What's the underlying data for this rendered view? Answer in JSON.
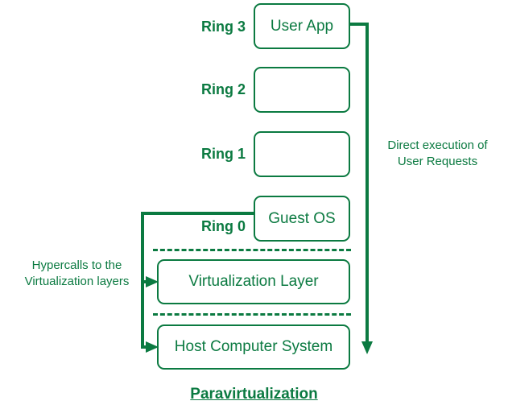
{
  "diagram": {
    "title": "Paravirtualization",
    "accent_color": "#0b7a41",
    "rings": [
      {
        "label": "Ring 3",
        "box_text": "User App"
      },
      {
        "label": "Ring 2",
        "box_text": ""
      },
      {
        "label": "Ring 1",
        "box_text": ""
      },
      {
        "label": "Ring 0",
        "box_text": "Guest OS"
      }
    ],
    "layers": [
      {
        "text": "Virtualization Layer"
      },
      {
        "text": "Host Computer System"
      }
    ],
    "annotations": {
      "right": "Direct execution of\nUser Requests",
      "left": "Hypercalls to the\nVirtualization layers"
    }
  }
}
